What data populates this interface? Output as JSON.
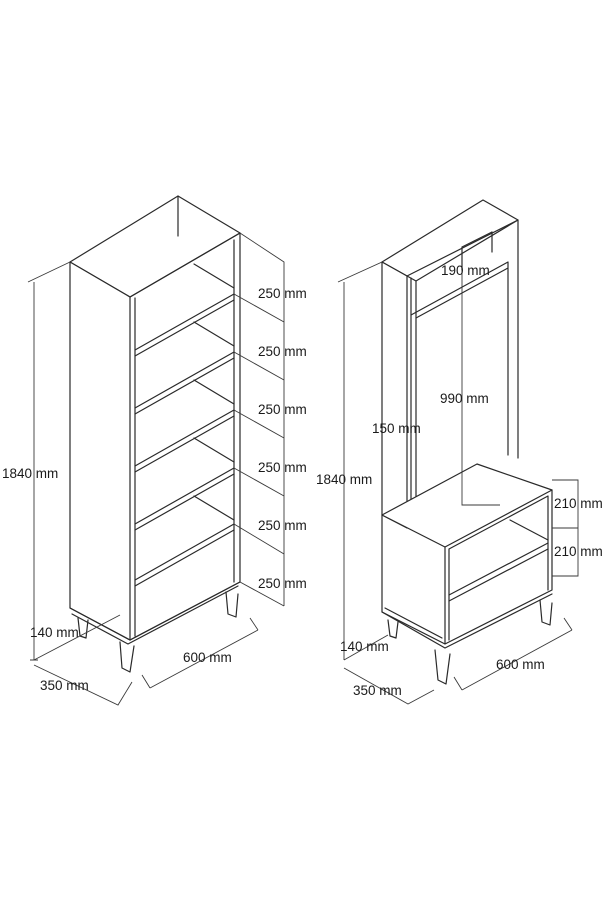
{
  "bookcase": {
    "height_label": "1840 mm",
    "leg_label": "140 mm",
    "depth_label": "350 mm",
    "width_label": "600 mm",
    "shelf_labels": [
      "250 mm",
      "250 mm",
      "250 mm",
      "250 mm",
      "250 mm",
      "250 mm"
    ]
  },
  "hall_stand": {
    "height_label": "1840 mm",
    "top_gap_label": "190 mm",
    "hanging_label": "990 mm",
    "side_label": "150 mm",
    "shelf_upper_label": "210 mm",
    "shelf_lower_label": "210 mm",
    "leg_label": "140 mm",
    "depth_label": "350 mm",
    "width_label": "600 mm"
  },
  "colors": {
    "line": "#2a2a2a",
    "background": "#ffffff"
  }
}
